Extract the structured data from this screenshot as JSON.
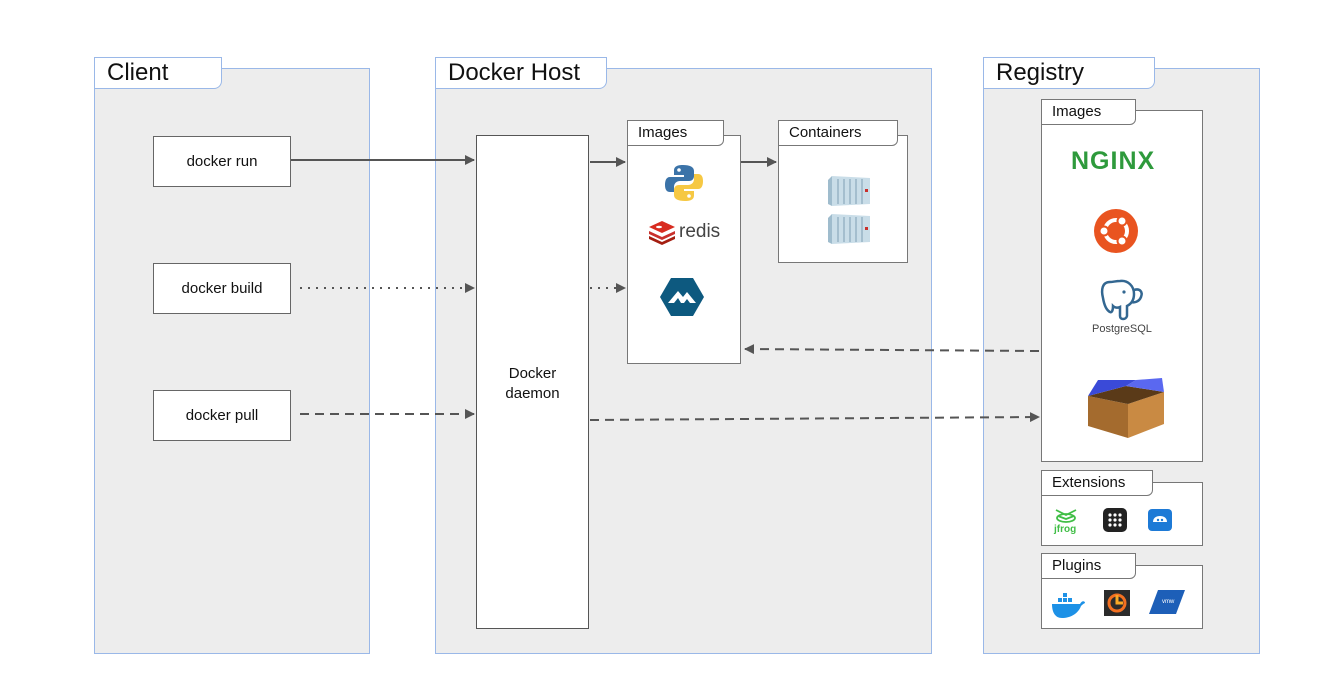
{
  "client": {
    "title": "Client",
    "commands": [
      "docker run",
      "docker build",
      "docker pull"
    ]
  },
  "host": {
    "title": "Docker Host",
    "daemon_label_line1": "Docker",
    "daemon_label_line2": "daemon",
    "images_label": "Images",
    "containers_label": "Containers",
    "redis_text": "redis"
  },
  "registry": {
    "title": "Registry",
    "images_label": "Images",
    "extensions_label": "Extensions",
    "plugins_label": "Plugins",
    "nginx_text": "NGINX",
    "postgres_text": "PostgreSQL",
    "jfrog_text": "jfrog"
  },
  "colors": {
    "panel_border": "#9ab8e8",
    "panel_fill": "#ededed",
    "arrow": "#555555",
    "nginx": "#2e9a3c",
    "redis": "#c9302c",
    "ubuntu": "#e95420",
    "python_blue": "#3b73a8",
    "python_yellow": "#f6c843"
  }
}
